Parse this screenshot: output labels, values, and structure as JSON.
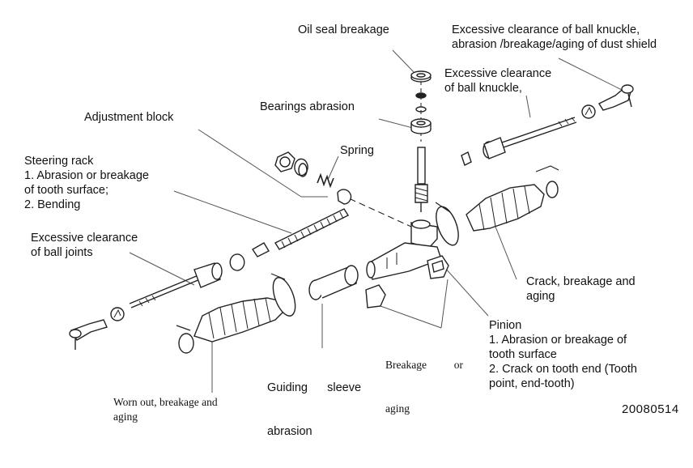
{
  "labels": {
    "oil_seal": "Oil seal breakage",
    "ball_knuckle_dust": [
      "Excessive  clearance  of  ball knuckle,",
      "abrasion /breakage/aging of dust shield"
    ],
    "ball_knuckle": [
      "Excessive  clearance",
      "of ball knuckle,"
    ],
    "bearings": "Bearings abrasion",
    "adjustment_block": "Adjustment block",
    "spring": "Spring",
    "steering_rack": [
      "Steering rack",
      "1. Abrasion or breakage",
      "of tooth surface;",
      "2. Bending"
    ],
    "ball_joints": [
      "Excessive   clearance",
      "of ball joints"
    ],
    "boot_crack": [
      "Crack, breakage and",
      "aging"
    ],
    "pinion": [
      "Pinion",
      "1.  Abrasion  or  breakage  of",
      "tooth surface",
      "2. Crack on tooth end (Tooth",
      "point, end-tooth)"
    ],
    "breakage_aging": [
      "Breakage          or",
      "aging"
    ],
    "guiding_sleeve": [
      "Guiding      sleeve",
      "abrasion"
    ],
    "worn_out": [
      "Worn out, breakage and",
      "aging"
    ],
    "code": "20080514"
  }
}
